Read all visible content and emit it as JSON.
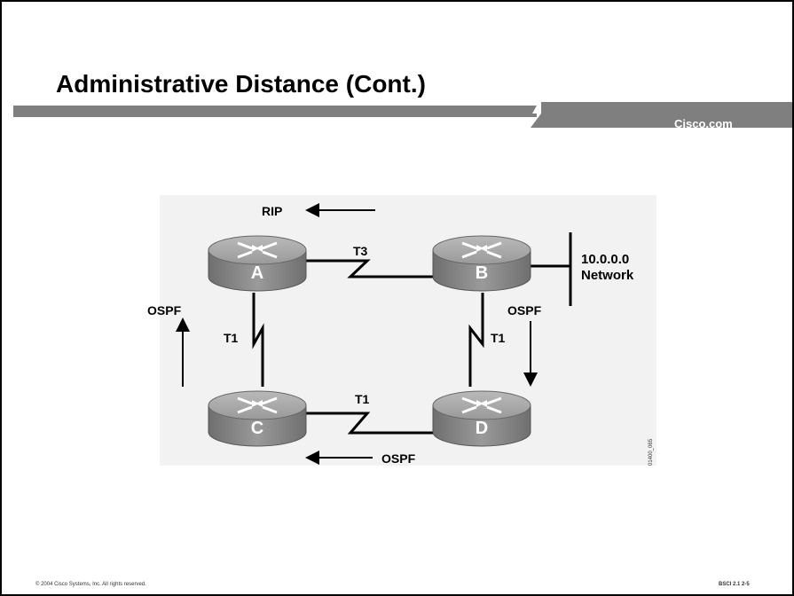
{
  "slide": {
    "title": "Administrative Distance (Cont.)",
    "brand": "Cisco.com",
    "footer_left": "© 2004 Cisco Systems, Inc. All rights reserved.",
    "footer_right": "BSCI 2.1   2-5"
  },
  "diagram": {
    "routers": [
      {
        "id": "A",
        "label": "A"
      },
      {
        "id": "B",
        "label": "B"
      },
      {
        "id": "C",
        "label": "C"
      },
      {
        "id": "D",
        "label": "D"
      }
    ],
    "links": [
      {
        "from": "A",
        "to": "B",
        "label": "T3"
      },
      {
        "from": "A",
        "to": "C",
        "label": "T1"
      },
      {
        "from": "B",
        "to": "D",
        "label": "T1"
      },
      {
        "from": "C",
        "to": "D",
        "label": "T1"
      }
    ],
    "network_label_line1": "10.0.0.0",
    "network_label_line2": "Network",
    "flows": {
      "top": "RIP",
      "left": "OSPF",
      "right": "OSPF",
      "bottom": "OSPF"
    },
    "figure_id": "01400_065"
  },
  "colors": {
    "router_body": "#8a8a8a",
    "router_top": "#a9a9a9",
    "diagram_bg": "#f2f2f2",
    "bar": "#7f7f7f"
  }
}
